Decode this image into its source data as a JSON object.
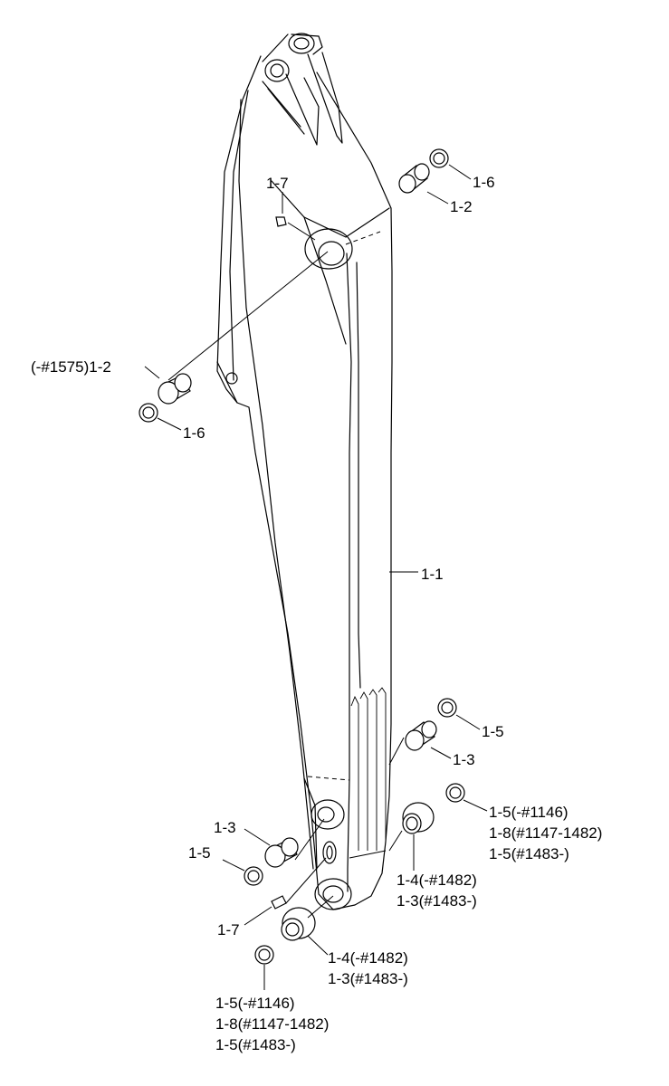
{
  "labels": {
    "arm": "1-1",
    "pin_bush_top": "1-2",
    "pin_bush_top_left": "(-#1575)1-2",
    "shim_top_right": "1-6",
    "shim_left": "1-6",
    "grease_top": "1-7",
    "grease_bottom": "1-7",
    "bush_right": "1-3",
    "bush_left": "1-3",
    "shim_right": "1-5",
    "shim_left_low": "1-5",
    "flange_right_l1": "1-4(-#1482)",
    "flange_right_l2": "1-3(#1483-)",
    "flange_bottom_l1": "1-4(-#1482)",
    "flange_bottom_l2": "1-3(#1483-)",
    "shim_r_l1": "1-5(-#1146)",
    "shim_r_l2": "1-8(#1147-1482)",
    "shim_r_l3": "1-5(#1483-)",
    "shim_b_l1": "1-5(-#1146)",
    "shim_b_l2": "1-8(#1147-1482)",
    "shim_b_l3": "1-5(#1483-)"
  }
}
